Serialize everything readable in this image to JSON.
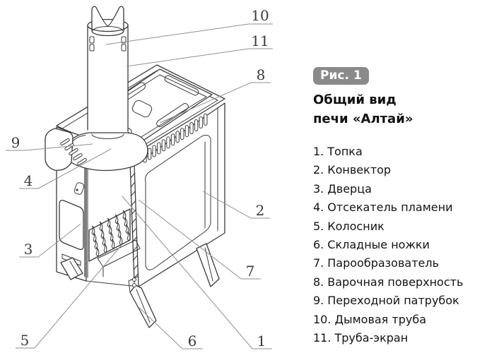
{
  "figure": {
    "badge": "Рис. 1",
    "title": [
      "Общий вид",
      "печи «Алтай»"
    ]
  },
  "legend_items": [
    {
      "num": "1.",
      "label": "Топка"
    },
    {
      "num": "2.",
      "label": "Конвектор"
    },
    {
      "num": "3.",
      "label": "Дверца"
    },
    {
      "num": "4.",
      "label": "Отсекатель пламени"
    },
    {
      "num": "5.",
      "label": "Колосник"
    },
    {
      "num": "6.",
      "label": "Складные ножки"
    },
    {
      "num": "7.",
      "label": "Парообразователь"
    },
    {
      "num": "8.",
      "label": "Варочная поверхность"
    },
    {
      "num": "9.",
      "label": "Переходной патрубок"
    },
    {
      "num": "10.",
      "label": "Дымовая труба"
    },
    {
      "num": "11.",
      "label": "Труба-экран"
    }
  ],
  "callouts": [
    "1",
    "2",
    "3",
    "4",
    "5",
    "6",
    "7",
    "8",
    "9",
    "10",
    "11"
  ],
  "colors": {
    "background": "#ffffff",
    "line_color": "#3a3a3a",
    "leader_color": "#8f8f8f",
    "text_color": "#121212",
    "badge_bg": "#8a8a8a",
    "badge_text": "#ffffff"
  }
}
